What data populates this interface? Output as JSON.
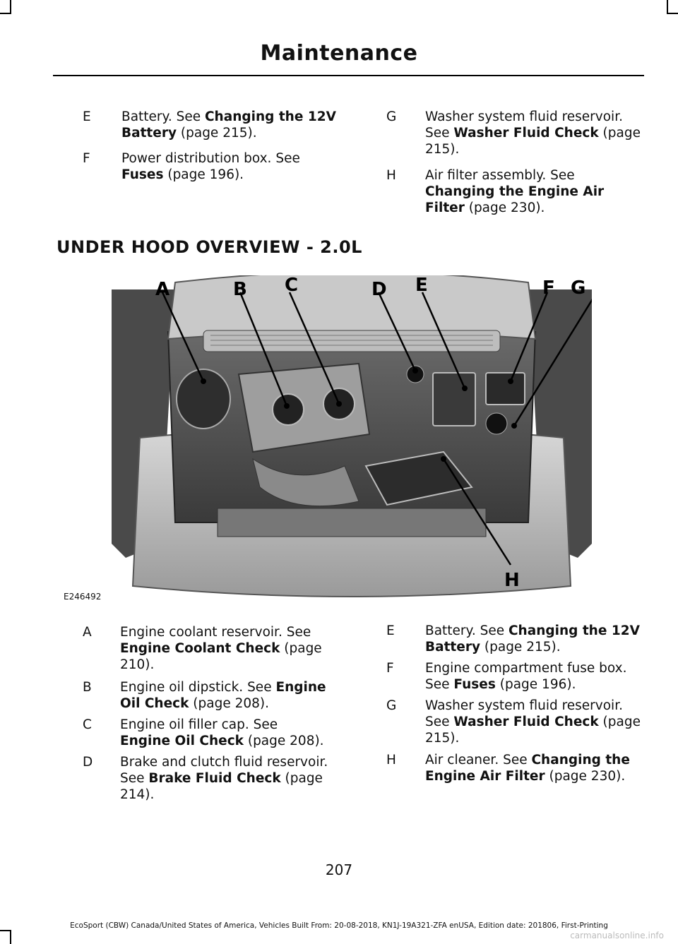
{
  "header": {
    "title": "Maintenance"
  },
  "top_left": [
    {
      "letter": "E",
      "pre": "Battery.  See ",
      "bold": "Changing the 12V Battery",
      "post": " (page 215)."
    },
    {
      "letter": "F",
      "pre": "Power distribution box.  See ",
      "bold": "Fuses",
      "post": " (page 196)."
    }
  ],
  "top_right": [
    {
      "letter": "G",
      "pre": "Washer system fluid reservoir. See ",
      "bold": "Washer Fluid Check",
      "post": " (page 215)."
    },
    {
      "letter": "H",
      "pre": "Air filter assembly.  See ",
      "bold": "Changing the Engine Air Filter",
      "post": " (page 230)."
    }
  ],
  "section_title": "UNDER HOOD OVERVIEW - 2.0L",
  "figure": {
    "id": "E246492",
    "callouts": [
      "A",
      "B",
      "C",
      "D",
      "E",
      "F",
      "G",
      "H"
    ]
  },
  "bottom_left": [
    {
      "letter": "A",
      "pre": "Engine coolant reservoir. See ",
      "bold": "Engine Coolant Check",
      "post": " (page 210)."
    },
    {
      "letter": "B",
      "pre": "Engine oil dipstick. See ",
      "bold": "Engine Oil Check",
      "post": " (page 208)."
    },
    {
      "letter": "C",
      "pre": "Engine oil filler cap. See ",
      "bold": "Engine Oil Check",
      "post": " (page 208)."
    },
    {
      "letter": "D",
      "pre": "Brake and clutch fluid reservoir. See ",
      "bold": "Brake Fluid Check",
      "post": " (page 214)."
    }
  ],
  "bottom_right": [
    {
      "letter": "E",
      "pre": "Battery.  See ",
      "bold": "Changing the 12V Battery",
      "post": " (page 215)."
    },
    {
      "letter": "F",
      "pre": "Engine compartment fuse box. See ",
      "bold": "Fuses",
      "post": " (page 196)."
    },
    {
      "letter": "G",
      "pre": "Washer system fluid reservoir. See ",
      "bold": "Washer Fluid Check",
      "post": " (page 215)."
    },
    {
      "letter": "H",
      "pre": "Air cleaner.  See ",
      "bold": "Changing the Engine Air Filter",
      "post": " (page 230)."
    }
  ],
  "page_number": "207",
  "footer": "EcoSport (CBW) Canada/United States of America, Vehicles Built From: 20-08-2018, KN1J-19A321-ZFA enUSA, Edition date: 201806, First-Printing",
  "watermark": "carmanualsonline.info"
}
